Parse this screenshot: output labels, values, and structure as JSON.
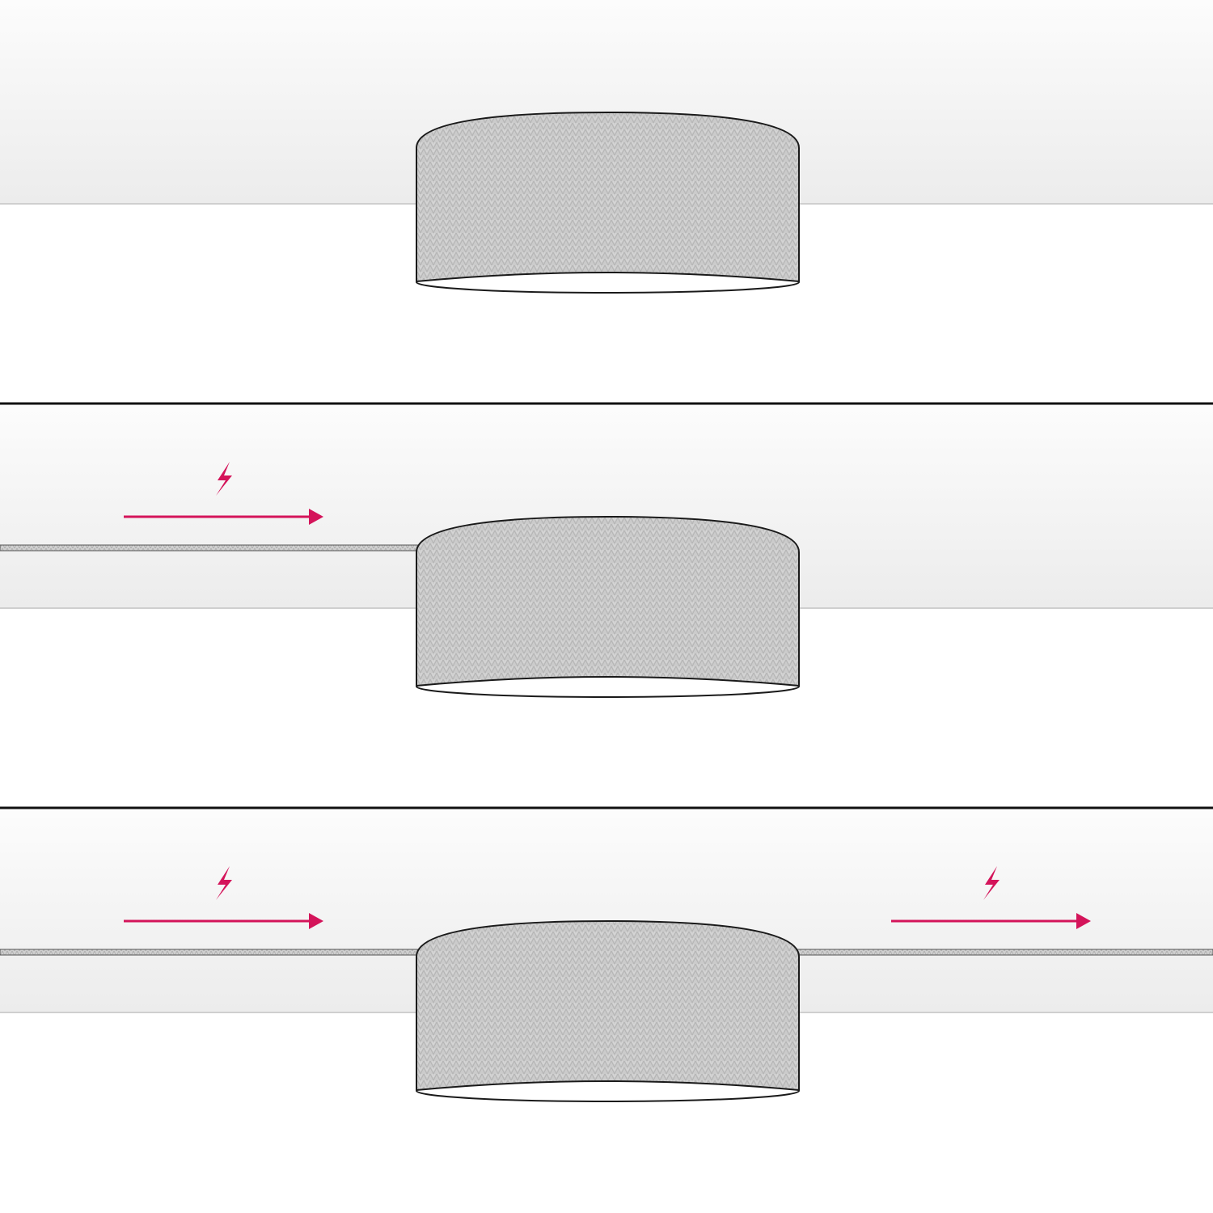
{
  "colors": {
    "background": "#ffffff",
    "ceiling_top": "#fafafa",
    "ceiling_bottom": "#ececec",
    "ceiling_edge": "#cfcfcf",
    "divider": "#111111",
    "lamp_fabric": "#c9c9c9",
    "lamp_outline": "#1a1a1a",
    "lamp_diffuser": "#ffffff",
    "cable": "#b5b5b5",
    "power_accent": "#d4145a"
  },
  "icons": {
    "power": "lightning-bolt-icon",
    "flow": "arrow-right-icon"
  },
  "panels": [
    {
      "name": "single-lamp",
      "cable_in": false,
      "cable_out": false
    },
    {
      "name": "lamp-with-input-power",
      "cable_in": true,
      "cable_out": false
    },
    {
      "name": "lamp-with-input-and-output-power",
      "cable_in": true,
      "cable_out": true
    }
  ]
}
